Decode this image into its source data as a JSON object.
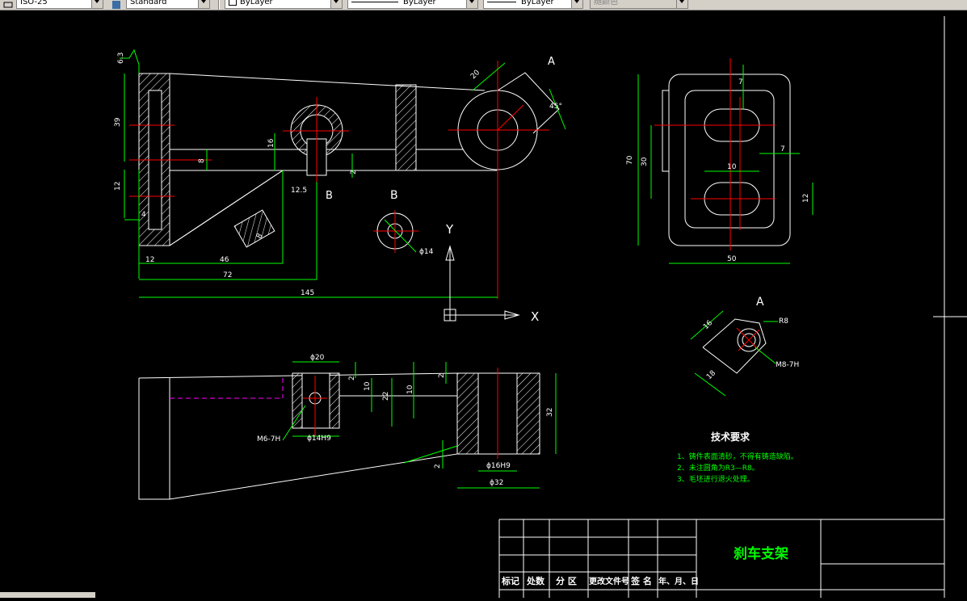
{
  "toolbar": {
    "dimstyle": "ISO-25",
    "textstyle": "Standard",
    "layer": "ByLayer",
    "linetype": "ByLayer",
    "lineweight": "ByLayer",
    "plotstyle": "随颜色"
  },
  "drawing": {
    "front": {
      "dims": {
        "d63": "6.3",
        "d39": "39",
        "d12a": "12",
        "d4": "4",
        "d16": "16",
        "d8a": "8",
        "d8b": "8",
        "d2": "2",
        "d125": "12.5",
        "d20": "20",
        "d45": "45°",
        "d12b": "12",
        "d46": "46",
        "d72": "72",
        "d145": "145"
      },
      "labels": {
        "A": "A",
        "B": "B"
      }
    },
    "section_b": {
      "title": "B",
      "dia": "ϕ14"
    },
    "ucs": {
      "x": "X",
      "y": "Y"
    },
    "side": {
      "dims": {
        "d7a": "7",
        "d70": "70",
        "d30": "30",
        "d10": "10",
        "d7b": "7",
        "d12": "12",
        "d50": "50"
      }
    },
    "view_a": {
      "title": "A",
      "r8": "R8",
      "d16": "16",
      "d18": "18",
      "thread": "M8-7H"
    },
    "top": {
      "dims": {
        "d20": "ϕ20",
        "d2a": "2",
        "d10a": "10",
        "d22": "22",
        "d10b": "10",
        "d2b": "2",
        "d32": "32",
        "d2c": "2",
        "d14h9": "ϕ14H9",
        "d16h9": "ϕ16H9",
        "d32b": "ϕ32"
      },
      "thread": "M6-7H"
    },
    "notes": {
      "title": "技术要求",
      "items": [
        "1、铸件表面清砂，不得有铸造缺陷。",
        "2、未注圆角为R3—R8。",
        "3、毛坯进行退火处理。"
      ]
    },
    "titleblock": {
      "name": "刹车支架",
      "headers": [
        "标记",
        "处数",
        "分 区",
        "更改文件号",
        "签 名",
        "年、月、日"
      ]
    }
  },
  "colors": {
    "outline": "#ffffff",
    "dimension": "#00ff00",
    "center": "#ff0000",
    "hidden": "#ff00ff",
    "note": "#00ff00",
    "title": "#00ff00"
  }
}
